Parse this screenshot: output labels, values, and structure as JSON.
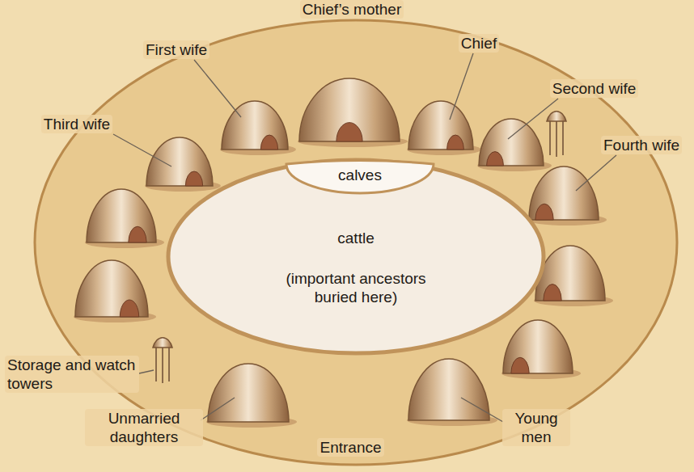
{
  "diagram": {
    "nodes": [
      {
        "text": [
          "cattle",
          "(important ancestors buried here)"
        ]
      },
      {
        "text": [
          "calves"
        ],
        "in": 0
      }
    ],
    "labels": [
      "Chief’s mother",
      "First wife",
      "Chief",
      "Second wife",
      "Third wife",
      "Fourth wife",
      "Storage and watch towers",
      "Unmarried daughters",
      "Entrance",
      "Young men"
    ]
  }
}
